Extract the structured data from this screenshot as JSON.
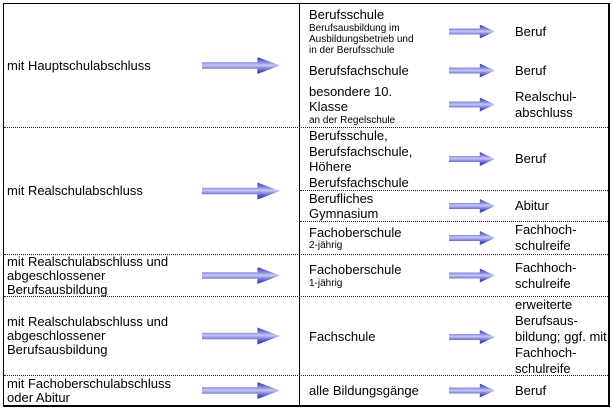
{
  "palette": {
    "arrow_dark": "#3434b0",
    "arrow_mid": "#8585dc",
    "arrow_light": "#c9c9f4",
    "border": "#000000",
    "background": "#ffffff"
  },
  "table": {
    "groups": [
      {
        "entry": "mit Hauptschulabschluss",
        "paths": [
          {
            "school": "Berufsschule",
            "note": "Berufsausbildung im\nAusbildungsbetrieb und\nin der Berufsschule",
            "outcome": "Beruf"
          },
          {
            "school": "Berufsfachschule",
            "outcome": "Beruf"
          },
          {
            "school": "besondere 10.\nKlasse",
            "note": "an der Regelschule",
            "outcome": "Realschul-\nabschluss"
          }
        ]
      },
      {
        "entry": "mit Realschulabschluss",
        "paths": [
          {
            "school": "Berufsschule,\nBerufsfachschule,\nHöhere\nBerufsfachschule",
            "outcome": "Beruf"
          },
          {
            "school": "Berufliches\nGymnasium",
            "outcome": "Abitur"
          },
          {
            "school": "Fachoberschule",
            "note": "2-jährig",
            "outcome": "Fachhoch-\nschulreife"
          }
        ]
      },
      {
        "entry": "mit Realschulabschluss und\nabgeschlossener\nBerufsausbildung",
        "paths": [
          {
            "school": "Fachoberschule",
            "note": "1-jährig",
            "outcome": "Fachhoch-\nschulreife"
          }
        ]
      },
      {
        "entry": "mit Realschulabschluss und\nabgeschlossener\nBerufsausbildung",
        "paths": [
          {
            "school": "Fachschule",
            "outcome": "erweiterte\nBerufsaus-\nbildung; ggf. mit\nFachhoch-\nschulreife"
          }
        ]
      },
      {
        "entry": "mit Fachoberschulabschluss\noder Abitur",
        "paths": [
          {
            "school": "alle Bildungsgänge",
            "outcome": "Beruf"
          }
        ]
      }
    ]
  }
}
